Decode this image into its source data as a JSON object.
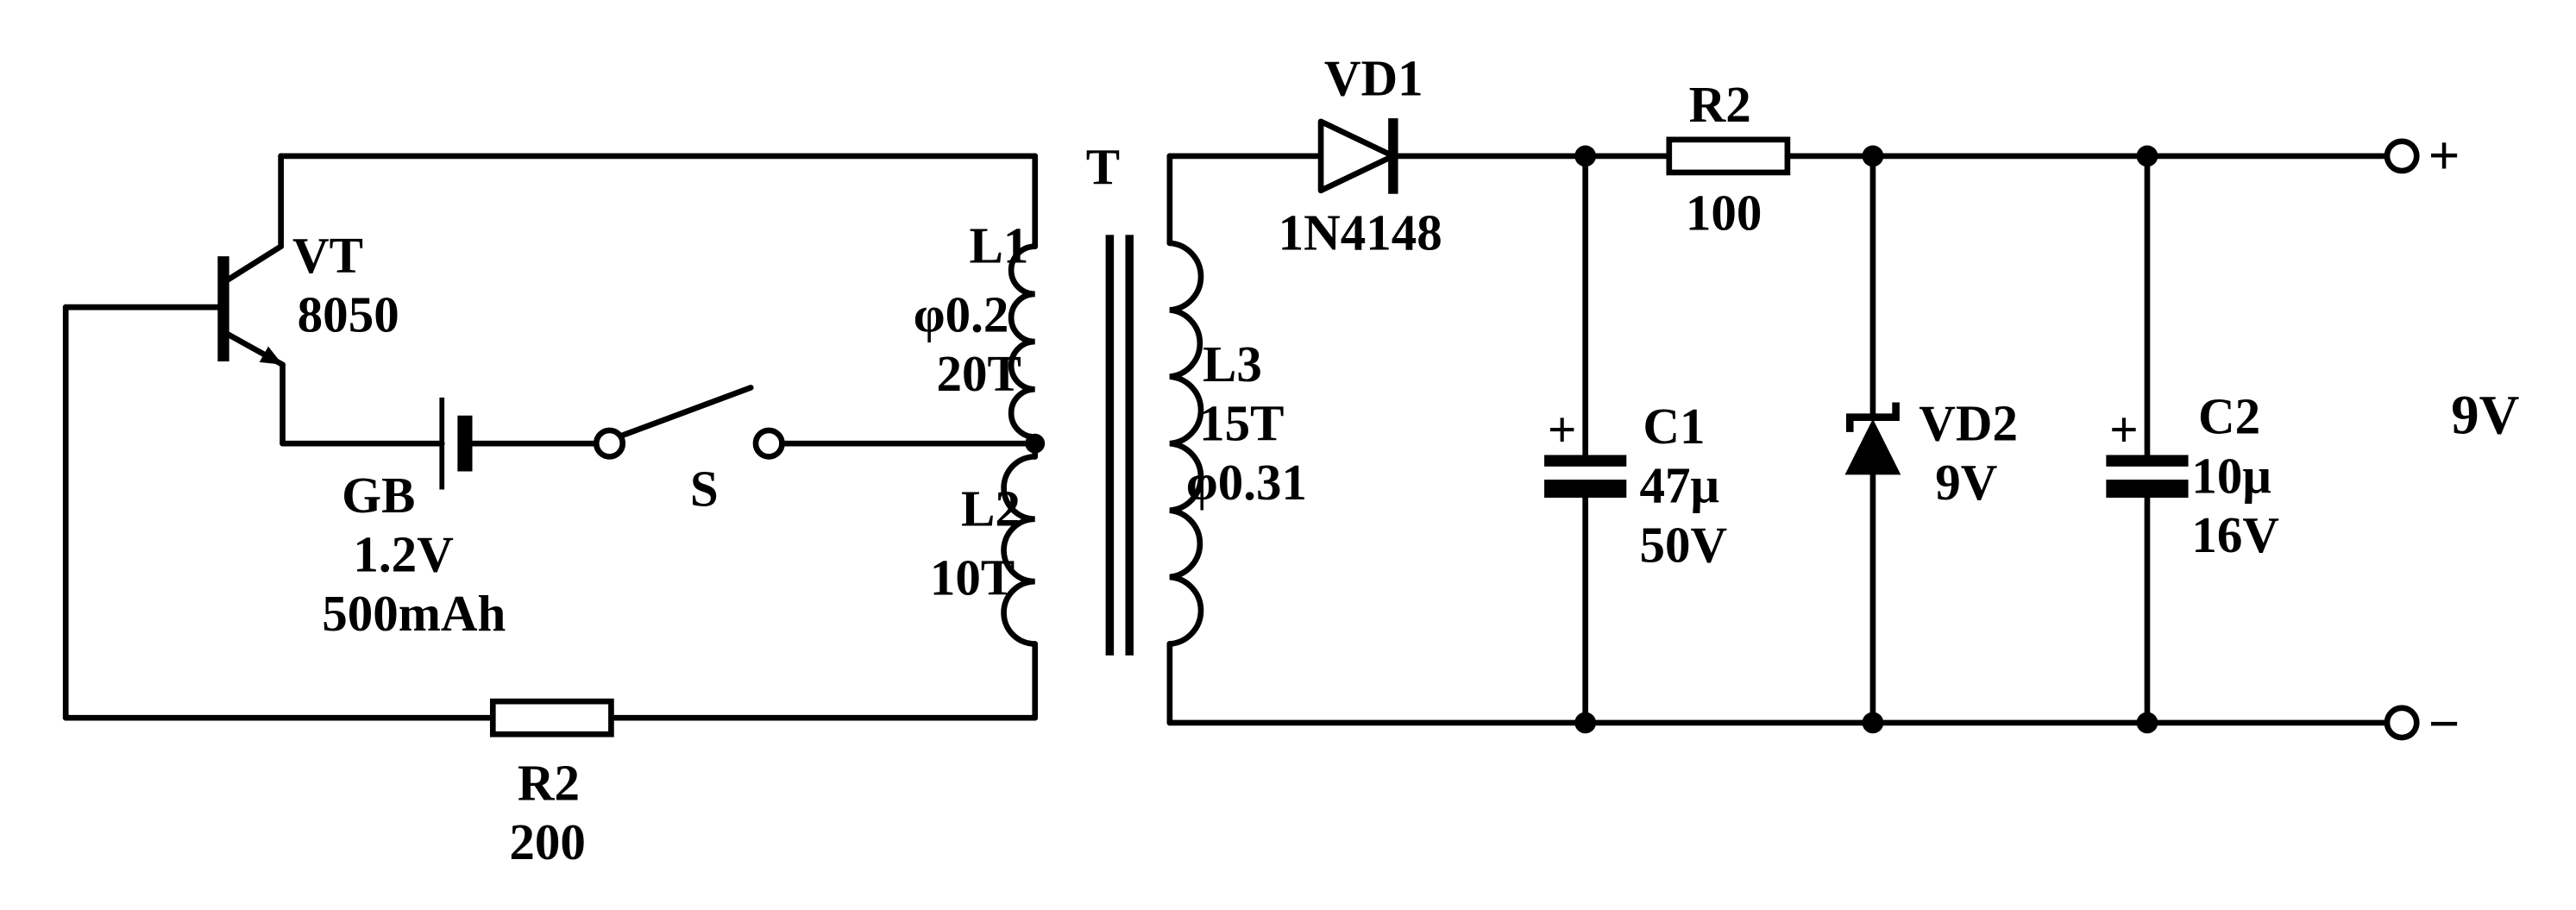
{
  "colors": {
    "ink": "#000000",
    "paper": "#ffffff"
  },
  "components": {
    "transistor": {
      "ref": "VT",
      "model": "8050"
    },
    "battery": {
      "ref": "GB",
      "voltage": "1.2V",
      "capacity": "500mAh"
    },
    "switch": {
      "ref": "S"
    },
    "base_resistor": {
      "ref": "R2",
      "value": "200"
    },
    "transformer": {
      "ref": "T"
    },
    "primary_l1": {
      "ref": "L1",
      "wire_gauge": "φ0.2",
      "turns": "20T"
    },
    "primary_l2": {
      "ref": "L2",
      "turns": "10T"
    },
    "secondary_l3": {
      "ref": "L3",
      "turns": "15T",
      "wire_gauge": "φ0.31"
    },
    "rectifier_diode": {
      "ref": "VD1",
      "model": "1N4148"
    },
    "series_resistor": {
      "ref": "R2",
      "value": "100"
    },
    "filter_cap_1": {
      "ref": "C1",
      "capacitance": "47μ",
      "voltage": "50V",
      "polarity_mark": "+"
    },
    "zener_diode": {
      "ref": "VD2",
      "voltage": "9V"
    },
    "filter_cap_2": {
      "ref": "C2",
      "capacitance": "10μ",
      "voltage": "16V",
      "polarity_mark": "+"
    },
    "output": {
      "voltage": "9V",
      "positive_terminal": "+",
      "negative_terminal": "−"
    }
  }
}
